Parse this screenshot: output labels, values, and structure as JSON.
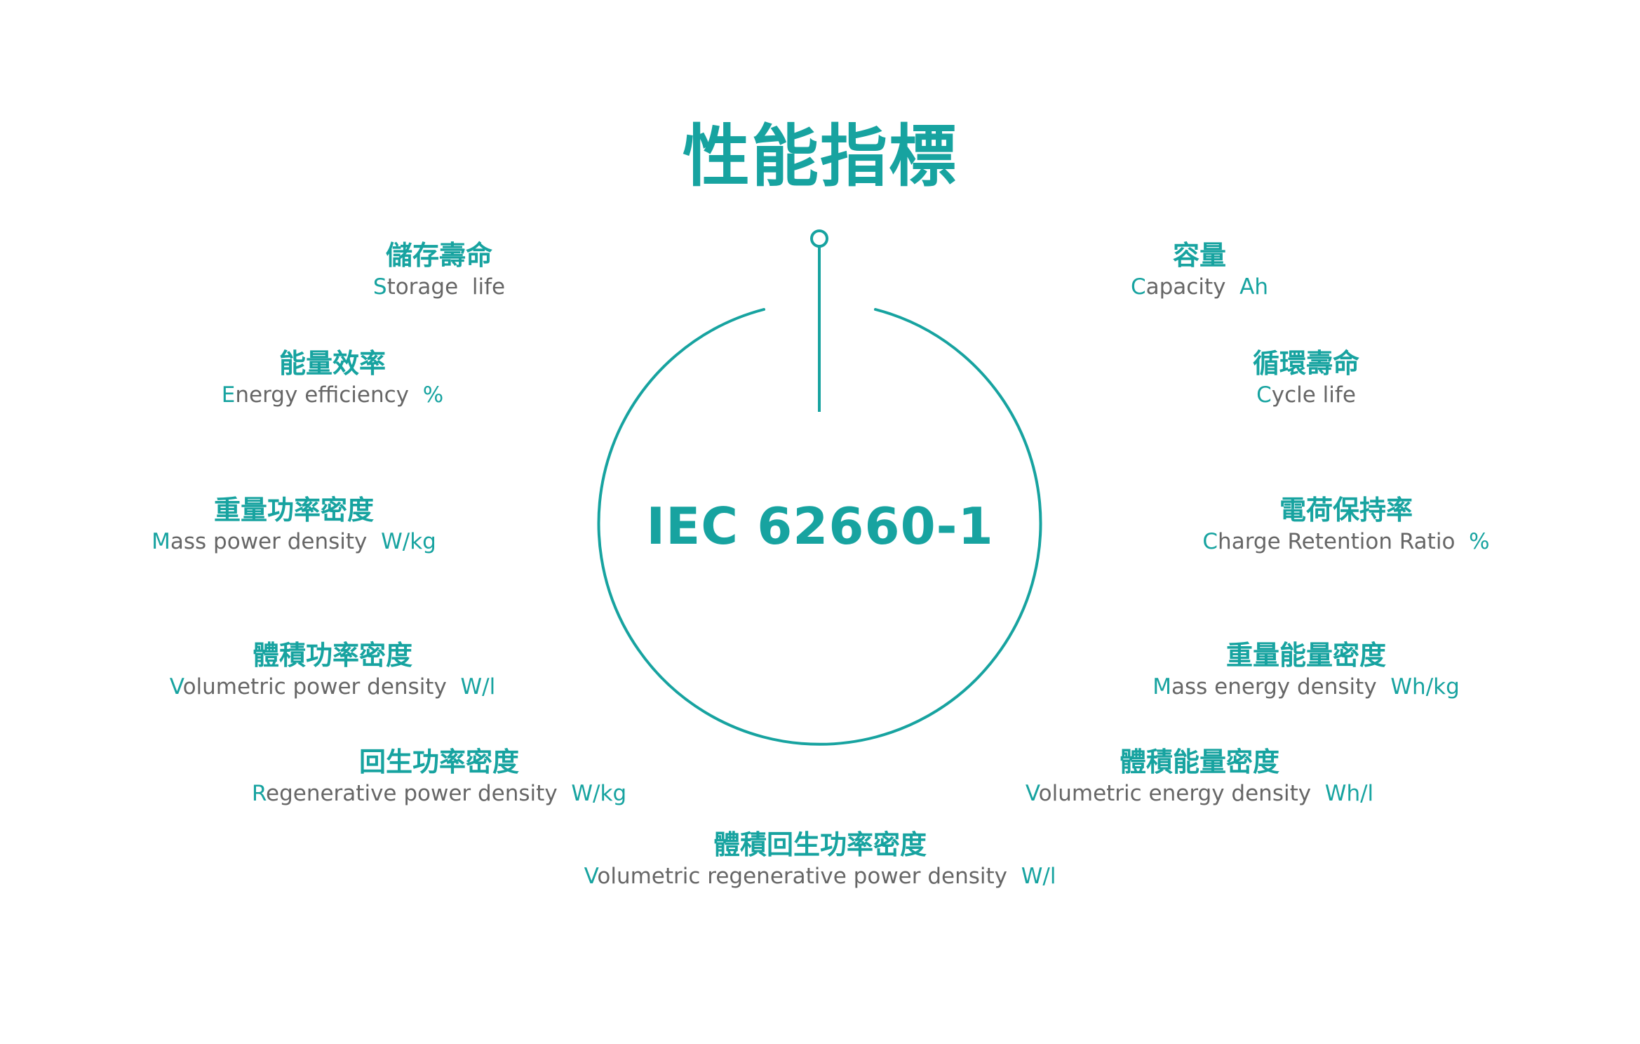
{
  "title": "性能指標",
  "center": {
    "label": "IEC 62660-1"
  },
  "colors": {
    "accent": "#17A3A0",
    "text_gray": "#666666",
    "background": "#FFFFFF"
  },
  "metrics": [
    {
      "zh": "儲存壽命",
      "initial": "S",
      "rest": "torage  life",
      "unit": "",
      "side": "left"
    },
    {
      "zh": "能量效率",
      "initial": "E",
      "rest": "nergy efficiency  ",
      "unit": "%",
      "side": "left"
    },
    {
      "zh": "重量功率密度",
      "initial": "M",
      "rest": "ass power density  ",
      "unit": "W/kg",
      "side": "left"
    },
    {
      "zh": "體積功率密度",
      "initial": "V",
      "rest": "olumetric power density  ",
      "unit": "W/l",
      "side": "left"
    },
    {
      "zh": "回生功率密度",
      "initial": "R",
      "rest": "egenerative power density  ",
      "unit": "W/kg",
      "side": "left"
    },
    {
      "zh": "體積回生功率密度",
      "initial": "V",
      "rest": "olumetric regenerative power density  ",
      "unit": "W/l",
      "side": "bottom"
    },
    {
      "zh": "容量",
      "initial": "C",
      "rest": "apacity  ",
      "unit": "Ah",
      "side": "right"
    },
    {
      "zh": "循環壽命",
      "initial": "C",
      "rest": "ycle life",
      "unit": "",
      "side": "right"
    },
    {
      "zh": "電荷保持率",
      "initial": "C",
      "rest": "harge Retention Ratio  ",
      "unit": "%",
      "side": "right"
    },
    {
      "zh": "重量能量密度",
      "initial": "M",
      "rest": "ass energy density  ",
      "unit": "Wh/kg",
      "side": "right"
    },
    {
      "zh": "體積能量密度",
      "initial": "V",
      "rest": "olumetric energy density  ",
      "unit": "Wh/l",
      "side": "right"
    }
  ]
}
